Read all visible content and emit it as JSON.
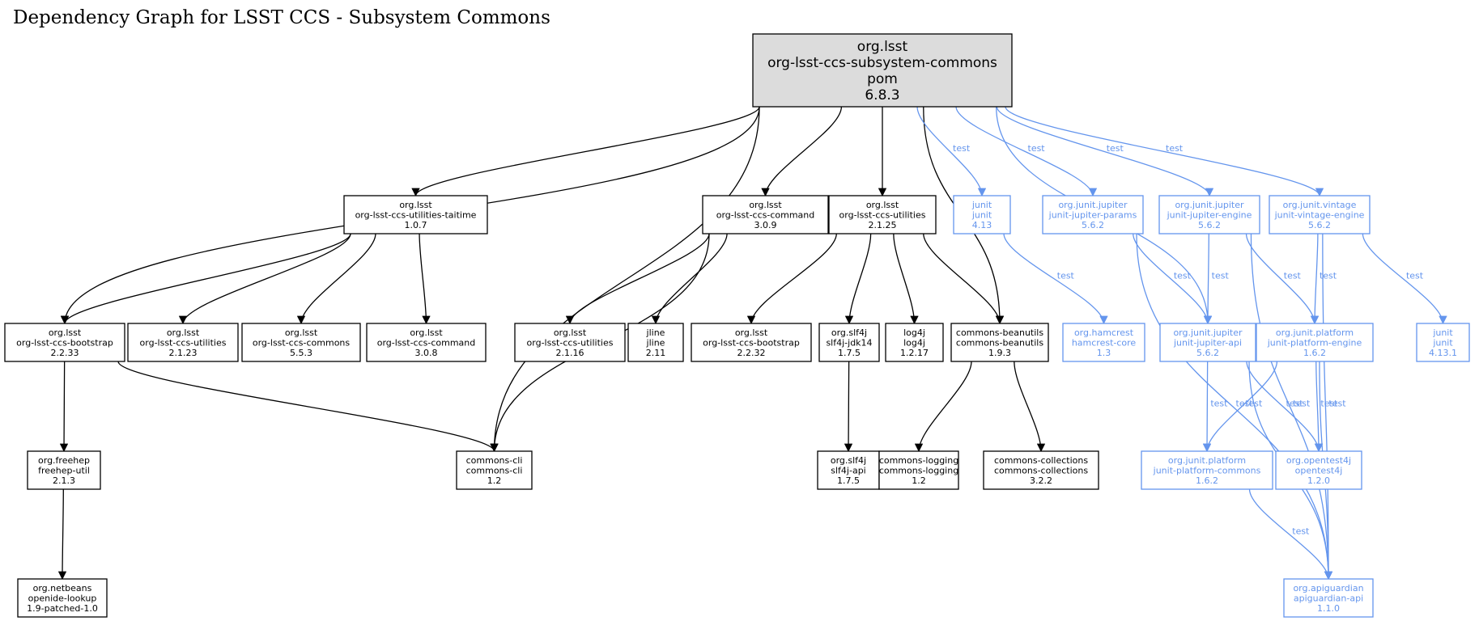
{
  "title": "Dependency Graph for LSST CCS - Subsystem Commons",
  "colors": {
    "compile": "#000000",
    "test": "#6495ed",
    "root_fill": "#dcdcdc"
  },
  "nodes": [
    {
      "id": "root",
      "lines": [
        "org.lsst",
        "org-lsst-ccs-subsystem-commons",
        "pom",
        "6.8.3"
      ]
    },
    {
      "id": "taitime",
      "lines": [
        "org.lsst",
        "org-lsst-ccs-utilities-taitime",
        "1.0.7"
      ]
    },
    {
      "id": "command309",
      "lines": [
        "org.lsst",
        "org-lsst-ccs-command",
        "3.0.9"
      ]
    },
    {
      "id": "utilities2125",
      "lines": [
        "org.lsst",
        "org-lsst-ccs-utilities",
        "2.1.25"
      ]
    },
    {
      "id": "junit413",
      "lines": [
        "junit",
        "junit",
        "4.13"
      ]
    },
    {
      "id": "jupiterparams",
      "lines": [
        "org.junit.jupiter",
        "junit-jupiter-params",
        "5.6.2"
      ]
    },
    {
      "id": "jupiterengine",
      "lines": [
        "org.junit.jupiter",
        "junit-jupiter-engine",
        "5.6.2"
      ]
    },
    {
      "id": "vintageengine",
      "lines": [
        "org.junit.vintage",
        "junit-vintage-engine",
        "5.6.2"
      ]
    },
    {
      "id": "bootstrap2233",
      "lines": [
        "org.lsst",
        "org-lsst-ccs-bootstrap",
        "2.2.33"
      ]
    },
    {
      "id": "utilities2123",
      "lines": [
        "org.lsst",
        "org-lsst-ccs-utilities",
        "2.1.23"
      ]
    },
    {
      "id": "commons553",
      "lines": [
        "org.lsst",
        "org-lsst-ccs-commons",
        "5.5.3"
      ]
    },
    {
      "id": "command308",
      "lines": [
        "org.lsst",
        "org-lsst-ccs-command",
        "3.0.8"
      ]
    },
    {
      "id": "utilities2116",
      "lines": [
        "org.lsst",
        "org-lsst-ccs-utilities",
        "2.1.16"
      ]
    },
    {
      "id": "jline",
      "lines": [
        "jline",
        "jline",
        "2.11"
      ]
    },
    {
      "id": "bootstrap2232",
      "lines": [
        "org.lsst",
        "org-lsst-ccs-bootstrap",
        "2.2.32"
      ]
    },
    {
      "id": "slf4jjdk14",
      "lines": [
        "org.slf4j",
        "slf4j-jdk14",
        "1.7.5"
      ]
    },
    {
      "id": "log4j",
      "lines": [
        "log4j",
        "log4j",
        "1.2.17"
      ]
    },
    {
      "id": "beanutils",
      "lines": [
        "commons-beanutils",
        "commons-beanutils",
        "1.9.3"
      ]
    },
    {
      "id": "hamcrest",
      "lines": [
        "org.hamcrest",
        "hamcrest-core",
        "1.3"
      ]
    },
    {
      "id": "jupiterapi",
      "lines": [
        "org.junit.jupiter",
        "junit-jupiter-api",
        "5.6.2"
      ]
    },
    {
      "id": "platformengine",
      "lines": [
        "org.junit.platform",
        "junit-platform-engine",
        "1.6.2"
      ]
    },
    {
      "id": "junit4131",
      "lines": [
        "junit",
        "junit",
        "4.13.1"
      ]
    },
    {
      "id": "freehep",
      "lines": [
        "org.freehep",
        "freehep-util",
        "2.1.3"
      ]
    },
    {
      "id": "commonscli",
      "lines": [
        "commons-cli",
        "commons-cli",
        "1.2"
      ]
    },
    {
      "id": "slf4japi",
      "lines": [
        "org.slf4j",
        "slf4j-api",
        "1.7.5"
      ]
    },
    {
      "id": "commonslogging",
      "lines": [
        "commons-logging",
        "commons-logging",
        "1.2"
      ]
    },
    {
      "id": "commonscollections",
      "lines": [
        "commons-collections",
        "commons-collections",
        "3.2.2"
      ]
    },
    {
      "id": "platformcommons",
      "lines": [
        "org.junit.platform",
        "junit-platform-commons",
        "1.6.2"
      ]
    },
    {
      "id": "opentest4j",
      "lines": [
        "org.opentest4j",
        "opentest4j",
        "1.2.0"
      ]
    },
    {
      "id": "openide",
      "lines": [
        "org.netbeans",
        "openide-lookup",
        "1.9-patched-1.0"
      ]
    },
    {
      "id": "apiguardian",
      "lines": [
        "org.apiguardian",
        "apiguardian-api",
        "1.1.0"
      ]
    }
  ],
  "edges": [
    {
      "from": "root",
      "to": "taitime",
      "scope": "compile",
      "label": ""
    },
    {
      "from": "root",
      "to": "bootstrap2233",
      "scope": "compile",
      "label": ""
    },
    {
      "from": "root",
      "to": "commonscli",
      "scope": "compile",
      "label": ""
    },
    {
      "from": "root",
      "to": "command309",
      "scope": "compile",
      "label": ""
    },
    {
      "from": "root",
      "to": "utilities2125",
      "scope": "compile",
      "label": ""
    },
    {
      "from": "root",
      "to": "beanutils",
      "scope": "compile",
      "label": ""
    },
    {
      "from": "root",
      "to": "junit413",
      "scope": "test",
      "label": "test"
    },
    {
      "from": "root",
      "to": "jupiterapi",
      "scope": "test",
      "label": "test"
    },
    {
      "from": "root",
      "to": "jupiterparams",
      "scope": "test",
      "label": "test"
    },
    {
      "from": "root",
      "to": "jupiterengine",
      "scope": "test",
      "label": "test"
    },
    {
      "from": "root",
      "to": "vintageengine",
      "scope": "test",
      "label": "test"
    },
    {
      "from": "taitime",
      "to": "bootstrap2233",
      "scope": "compile",
      "label": ""
    },
    {
      "from": "taitime",
      "to": "utilities2123",
      "scope": "compile",
      "label": ""
    },
    {
      "from": "taitime",
      "to": "commons553",
      "scope": "compile",
      "label": ""
    },
    {
      "from": "taitime",
      "to": "command308",
      "scope": "compile",
      "label": ""
    },
    {
      "from": "command309",
      "to": "commonscli",
      "scope": "compile",
      "label": ""
    },
    {
      "from": "command309",
      "to": "utilities2116",
      "scope": "compile",
      "label": ""
    },
    {
      "from": "command309",
      "to": "jline",
      "scope": "compile",
      "label": ""
    },
    {
      "from": "utilities2125",
      "to": "bootstrap2232",
      "scope": "compile",
      "label": ""
    },
    {
      "from": "utilities2125",
      "to": "slf4jjdk14",
      "scope": "compile",
      "label": ""
    },
    {
      "from": "utilities2125",
      "to": "log4j",
      "scope": "compile",
      "label": ""
    },
    {
      "from": "utilities2125",
      "to": "beanutils",
      "scope": "compile",
      "label": ""
    },
    {
      "from": "bootstrap2233",
      "to": "freehep",
      "scope": "compile",
      "label": ""
    },
    {
      "from": "bootstrap2233",
      "to": "commonscli",
      "scope": "compile",
      "label": ""
    },
    {
      "from": "freehep",
      "to": "openide",
      "scope": "compile",
      "label": ""
    },
    {
      "from": "slf4jjdk14",
      "to": "slf4japi",
      "scope": "compile",
      "label": ""
    },
    {
      "from": "beanutils",
      "to": "commonslogging",
      "scope": "compile",
      "label": ""
    },
    {
      "from": "beanutils",
      "to": "commonscollections",
      "scope": "compile",
      "label": ""
    },
    {
      "from": "junit413",
      "to": "hamcrest",
      "scope": "test",
      "label": "test"
    },
    {
      "from": "jupiterparams",
      "to": "jupiterapi",
      "scope": "test",
      "label": "test"
    },
    {
      "from": "jupiterparams",
      "to": "apiguardian",
      "scope": "test",
      "label": "test"
    },
    {
      "from": "jupiterengine",
      "to": "jupiterapi",
      "scope": "test",
      "label": "test"
    },
    {
      "from": "jupiterengine",
      "to": "platformengine",
      "scope": "test",
      "label": "test"
    },
    {
      "from": "jupiterengine",
      "to": "apiguardian",
      "scope": "test",
      "label": "test"
    },
    {
      "from": "vintageengine",
      "to": "platformengine",
      "scope": "test",
      "label": "test"
    },
    {
      "from": "vintageengine",
      "to": "junit4131",
      "scope": "test",
      "label": "test"
    },
    {
      "from": "vintageengine",
      "to": "apiguardian",
      "scope": "test",
      "label": "test"
    },
    {
      "from": "jupiterapi",
      "to": "platformcommons",
      "scope": "test",
      "label": "test"
    },
    {
      "from": "jupiterapi",
      "to": "opentest4j",
      "scope": "test",
      "label": "test"
    },
    {
      "from": "jupiterapi",
      "to": "apiguardian",
      "scope": "test",
      "label": "test"
    },
    {
      "from": "platformengine",
      "to": "platformcommons",
      "scope": "test",
      "label": "test"
    },
    {
      "from": "platformengine",
      "to": "opentest4j",
      "scope": "test",
      "label": "test"
    },
    {
      "from": "platformengine",
      "to": "apiguardian",
      "scope": "test",
      "label": "test"
    },
    {
      "from": "platformcommons",
      "to": "apiguardian",
      "scope": "test",
      "label": "test"
    }
  ]
}
